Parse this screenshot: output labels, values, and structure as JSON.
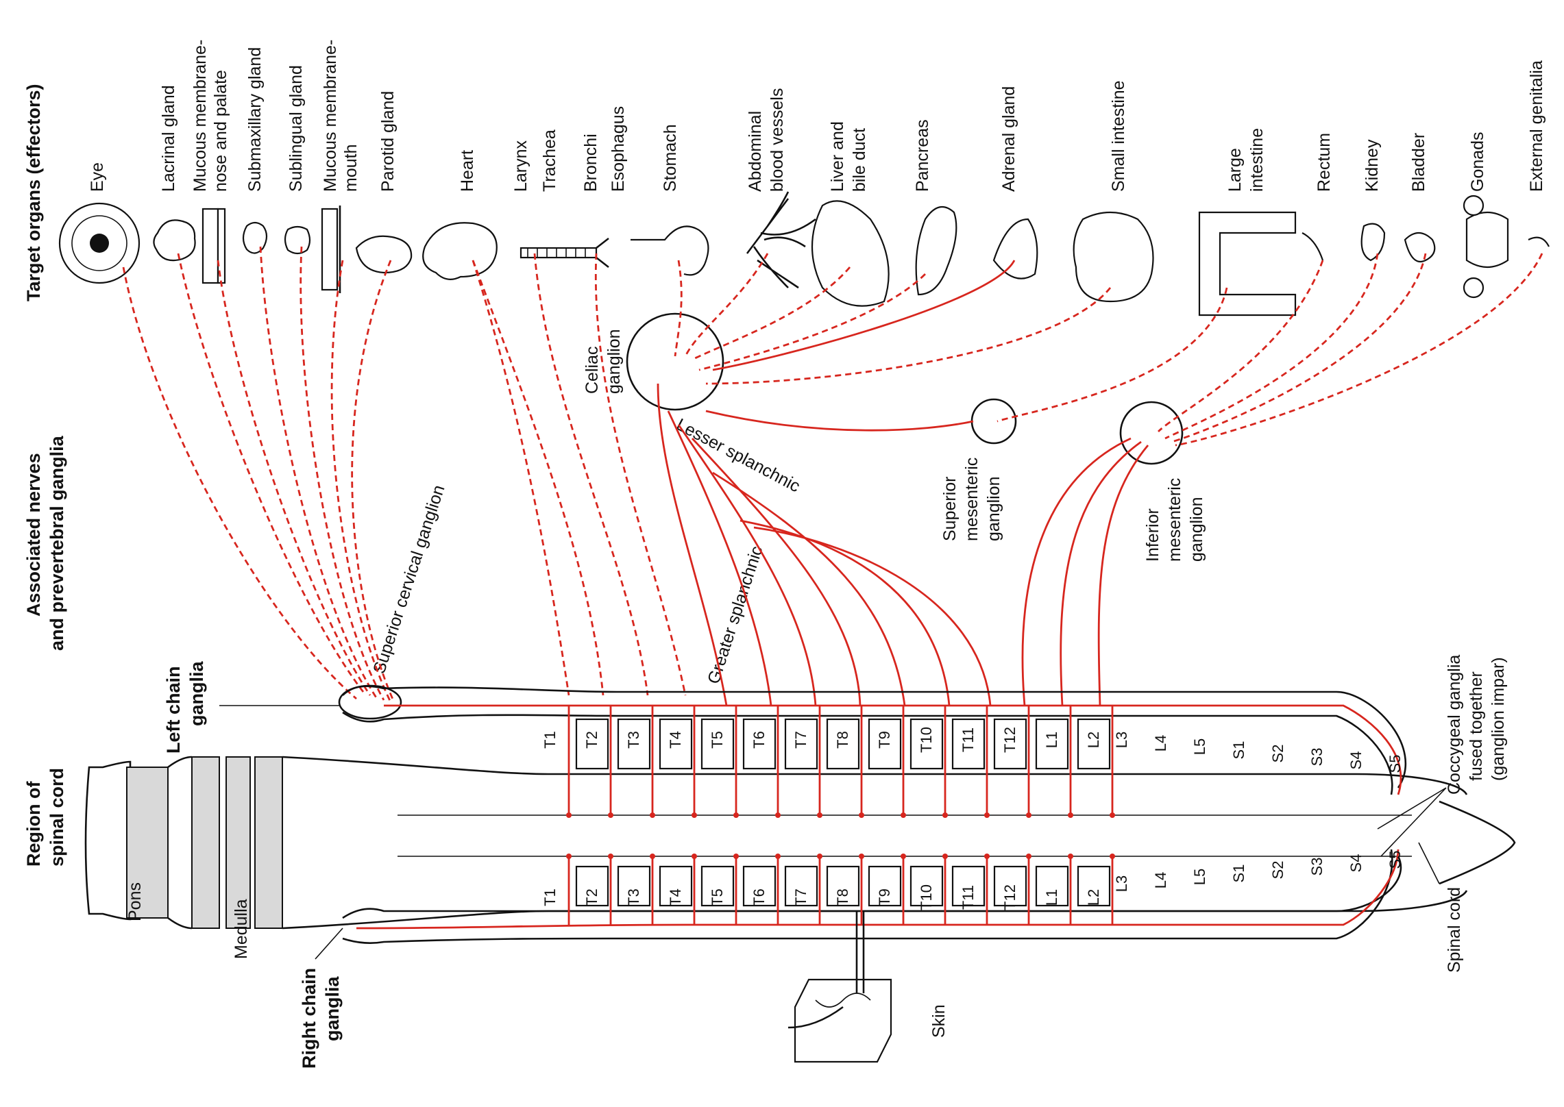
{
  "colors": {
    "sympathetic": "#d7261e",
    "ink": "#111111",
    "shade": "#d9d9d9"
  },
  "headings": {
    "target_organs": "Target organs (effectors)",
    "associated_nerves_1": "Associated nerves",
    "associated_nerves_2": "and prevertebral ganglia",
    "left_chain_1": "Left chain",
    "left_chain_2": "ganglia",
    "right_chain_1": "Right chain",
    "right_chain_2": "ganglia",
    "region_1": "Region of",
    "region_2": "spinal cord"
  },
  "organs": {
    "eye": "Eye",
    "lacrinal": "Lacrinal gland",
    "mucous_nose_1": "Mucous membrane-",
    "mucous_nose_2": "nose and palate",
    "submaxillary": "Submaxillary gland",
    "sublingual": "Sublingual gland",
    "mucous_mouth_1": "Mucous membrane-",
    "mucous_mouth_2": "mouth",
    "parotid": "Parotid gland",
    "heart": "Heart",
    "larynx": "Larynx",
    "trachea": "Trachea",
    "bronchi": "Bronchi",
    "esophagus": "Esophagus",
    "stomach": "Stomach",
    "abdominal_1": "Abdominal",
    "abdominal_2": "blood vessels",
    "liver_1": "Liver and",
    "liver_2": "bile duct",
    "pancreas": "Pancreas",
    "adrenal": "Adrenal gland",
    "small_intestine": "Small intestine",
    "large_intestine_1": "Large",
    "large_intestine_2": "intestine",
    "rectum": "Rectum",
    "kidney": "Kidney",
    "bladder": "Bladder",
    "gonads": "Gonads",
    "external_genitalia": "External genitalia"
  },
  "ganglia": {
    "celiac_1": "Celiac",
    "celiac_2": "ganglion",
    "superior_mesenteric_1": "Superior",
    "superior_mesenteric_2": "mesenteric",
    "superior_mesenteric_3": "ganglion",
    "inferior_mesenteric_1": "Inferior",
    "inferior_mesenteric_2": "mesenteric",
    "inferior_mesenteric_3": "ganglion",
    "superior_cervical": "Superior cervical ganglion",
    "greater_splanchnic": "Greater splanchnic",
    "lesser_splanchnic": "Lesser splanchnic",
    "coccygeal_1": "Coccygeal ganglia",
    "coccygeal_2": "fused together",
    "coccygeal_3": "(ganglion impar)"
  },
  "brain": {
    "pons": "Pons",
    "medulla": "Medulla"
  },
  "misc": {
    "spinal_cord": "Spinal cord",
    "skin": "Skin"
  },
  "segments": {
    "boxed": [
      "T1",
      "T2",
      "T3",
      "T4",
      "T5",
      "T6",
      "T7",
      "T8",
      "T9",
      "T10",
      "T11",
      "T12",
      "L1",
      "L2"
    ],
    "lower": [
      "L3",
      "L4",
      "L5",
      "S1",
      "S2",
      "S3",
      "S4",
      "S5"
    ]
  }
}
